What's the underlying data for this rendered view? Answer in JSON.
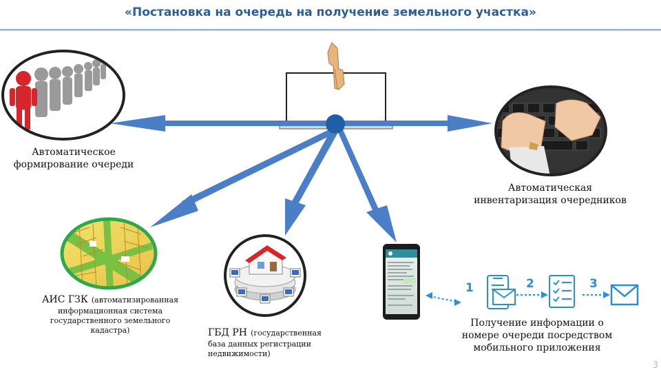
{
  "title": "«Постановка на очередь на получение земельного участка»",
  "nodes": {
    "queue": {
      "label_line1": "Автоматическое",
      "label_line2": "формирование очереди",
      "icon": "queue-people-icon"
    },
    "inventory": {
      "label_line1": "Автоматическая",
      "label_line2": "инвентаризация очередников",
      "icon": "keyboard-typing-icon"
    },
    "gzk": {
      "abbr": "АИС ГЗК",
      "desc_line1": "(автоматизированная",
      "desc_line2": "информационная система",
      "desc_line3": "государственного земельного",
      "desc_line4": "кадастра)",
      "icon": "cadastral-map-icon"
    },
    "gbd": {
      "abbr": "ГБД РН",
      "desc_line1": "(государственная",
      "desc_line2": "база данных регистрации",
      "desc_line3": "недвижимости)",
      "icon": "real-estate-database-icon"
    },
    "mobile": {
      "label_line1": "Получение информации о",
      "label_line2": "номере очереди посредством",
      "label_line3": "мобильного приложения",
      "icon": "smartphone-icon"
    }
  },
  "steps": [
    {
      "number": "1",
      "icon": "phone-message-icon"
    },
    {
      "number": "2",
      "icon": "checklist-icon"
    },
    {
      "number": "3",
      "icon": "envelope-icon"
    }
  ],
  "page_number": "3",
  "colors": {
    "title": "#2e5e9a",
    "arrow": "#4a7fc8",
    "hub": "#1e5fa8",
    "step_icon": "#2a8fd8"
  }
}
